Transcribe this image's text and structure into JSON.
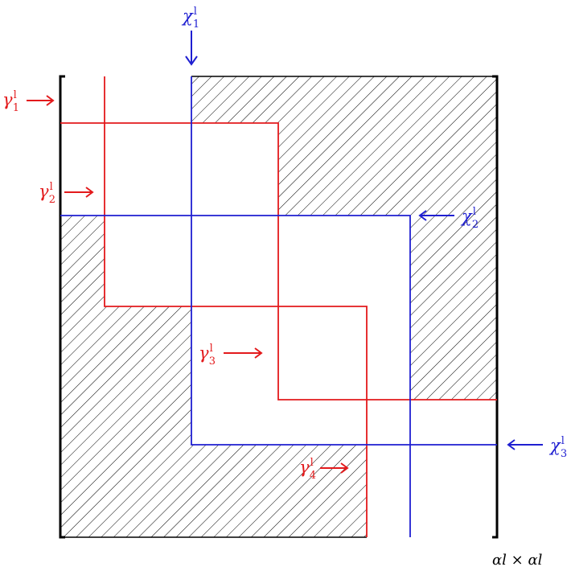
{
  "colors": {
    "red": "#e31a1c",
    "blue": "#1f1fd1",
    "black": "#000000",
    "hatch": "#000000"
  },
  "labels": {
    "chi1": {
      "base": "χ",
      "sup": "l",
      "sub": "1"
    },
    "chi2": {
      "base": "χ",
      "sup": "l",
      "sub": "2"
    },
    "chi3": {
      "base": "χ",
      "sup": "l",
      "sub": "3"
    },
    "gamma1": {
      "base": "γ",
      "sup": "l",
      "sub": "1"
    },
    "gamma2": {
      "base": "γ",
      "sup": "l",
      "sub": "2"
    },
    "gamma3": {
      "base": "γ",
      "sup": "l",
      "sub": "3"
    },
    "gamma4": {
      "base": "γ",
      "sup": "l",
      "sub": "4"
    },
    "matrix_dim": "αl × αl"
  },
  "icons": {
    "arrow_right": "arrow-right-icon",
    "arrow_left": "arrow-left-icon",
    "arrow_down": "arrow-down-icon"
  }
}
